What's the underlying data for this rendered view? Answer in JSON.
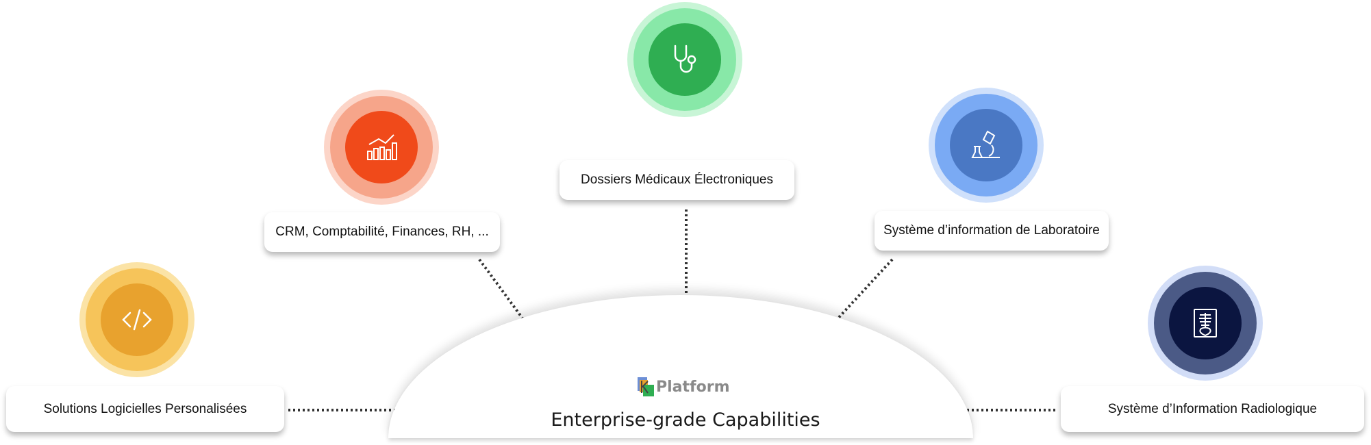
{
  "center": {
    "logo_text": "Platform",
    "title": "Enterprise-grade Capabilities"
  },
  "nodes": [
    {
      "label": "Solutions Logicielles Personalisées",
      "icon": "code-icon",
      "color": "#e8a22e"
    },
    {
      "label": "CRM, Comptabilité, Finances, RH, ...",
      "icon": "chart-growth-icon",
      "color": "#f04a1a"
    },
    {
      "label": "Dossiers Médicaux Électroniques",
      "icon": "stethoscope-icon",
      "color": "#2fae52"
    },
    {
      "label": "Système d’information de Laboratoire",
      "icon": "microscope-icon",
      "color": "#4a78c4"
    },
    {
      "label": "Système d’Information Radiologique",
      "icon": "xray-icon",
      "color": "#0b1540"
    }
  ]
}
